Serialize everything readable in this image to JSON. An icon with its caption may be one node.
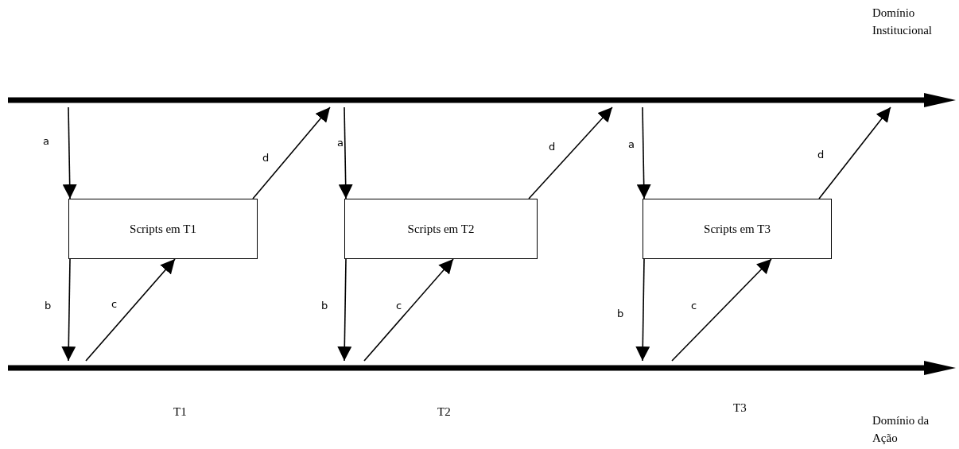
{
  "diagram": {
    "nodes": [
      {
        "text": [],
        "shape": "bar"
      },
      {
        "text": [
          "Scripts em T1"
        ]
      },
      {
        "text": [
          "Scripts em T2"
        ]
      },
      {
        "text": [
          "Scripts em T3"
        ]
      },
      {
        "text": [],
        "shape": "bar"
      }
    ],
    "edges": [
      {
        "from": 0,
        "to": 1,
        "arrow": "to",
        "label": "a"
      },
      {
        "from": 1,
        "to": 4,
        "arrow": "to",
        "label": "b"
      },
      {
        "from": 4,
        "to": 1,
        "arrow": "to",
        "label": "c"
      },
      {
        "from": 1,
        "to": 0,
        "arrow": "to",
        "label": "d"
      },
      {
        "from": 0,
        "to": 2,
        "arrow": "to",
        "label": "a"
      },
      {
        "from": 2,
        "to": 4,
        "arrow": "to",
        "label": "b"
      },
      {
        "from": 4,
        "to": 2,
        "arrow": "to",
        "label": "c"
      },
      {
        "from": 2,
        "to": 0,
        "arrow": "to",
        "label": "d"
      },
      {
        "from": 0,
        "to": 3,
        "arrow": "to",
        "label": "a"
      },
      {
        "from": 3,
        "to": 4,
        "arrow": "to",
        "label": "b"
      },
      {
        "from": 4,
        "to": 3,
        "arrow": "to",
        "label": "c"
      },
      {
        "from": 3,
        "to": 0,
        "arrow": "to",
        "label": "d"
      }
    ],
    "labels": [
      "Domínio Institucional",
      "T1",
      "T2",
      "T3",
      "Domínio da Ação"
    ]
  }
}
